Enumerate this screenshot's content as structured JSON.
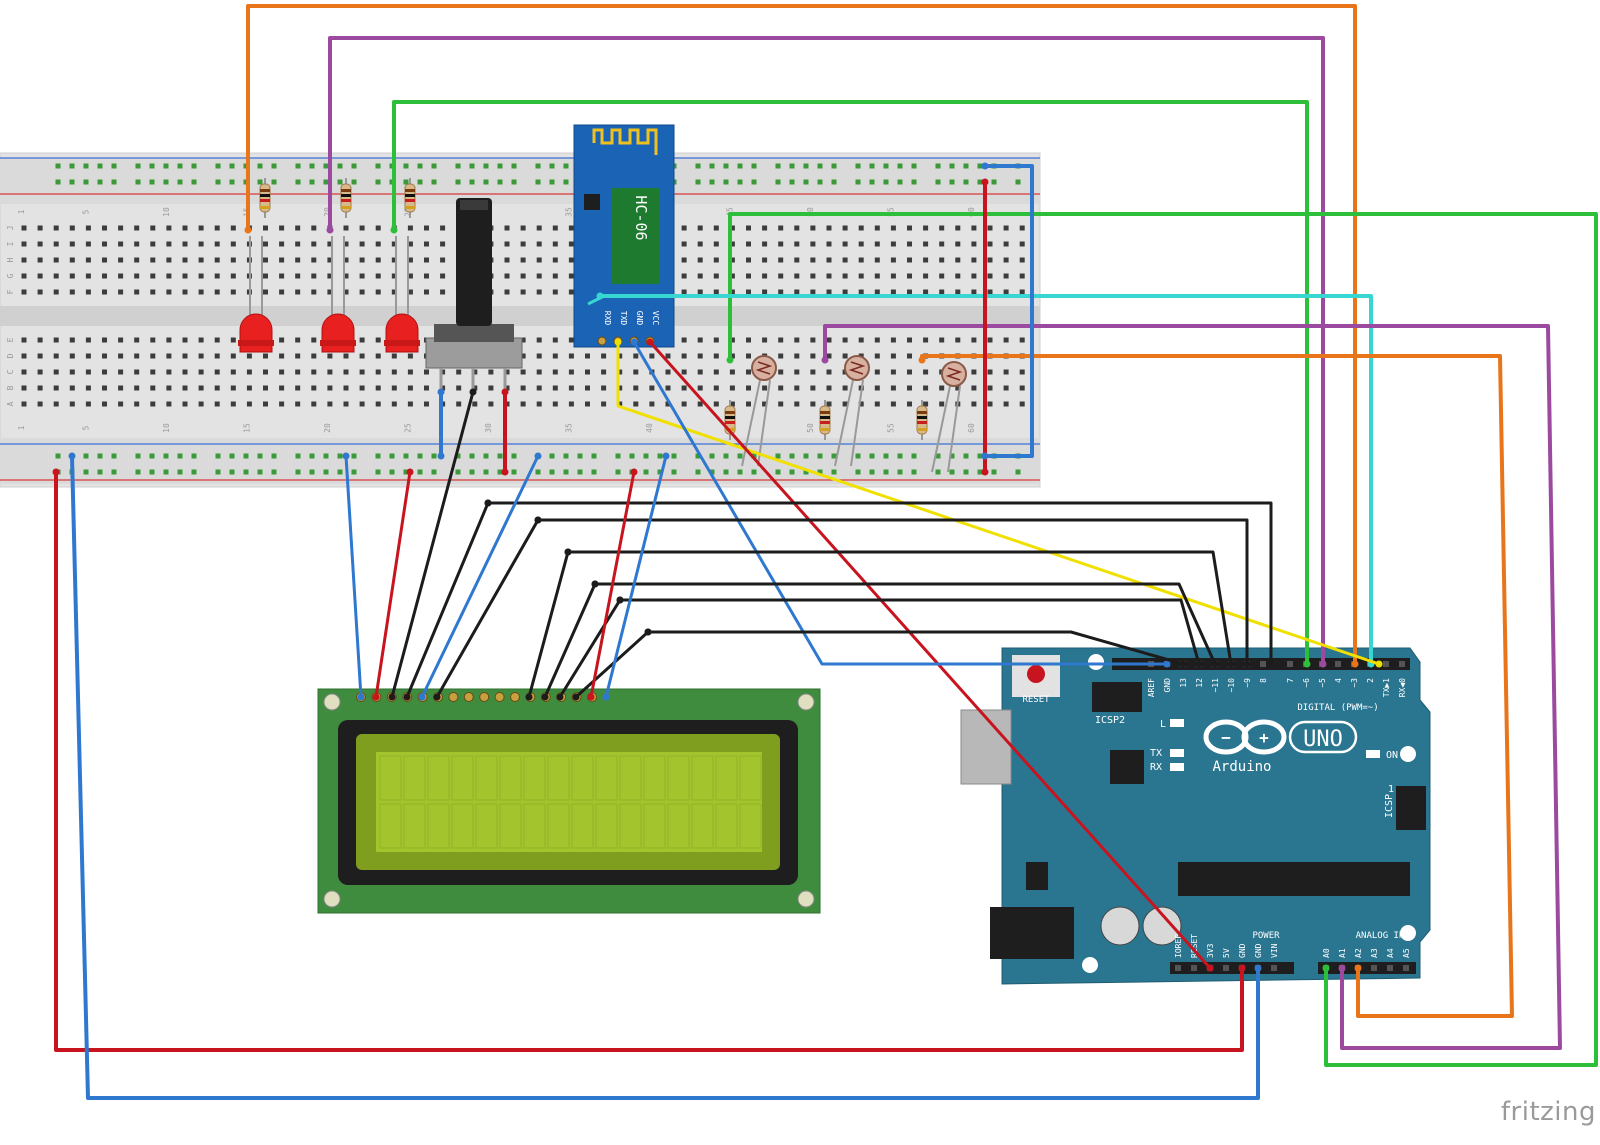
{
  "watermark": "fritzing",
  "colors": {
    "orange": "#e8751a",
    "purple": "#9b4aa0",
    "green": "#2dbf3a",
    "cyan": "#38d6d0",
    "yellow": "#f0e000",
    "red": "#c8141e",
    "blue": "#2f78d0",
    "black": "#1c1c1c",
    "arduino": "#2a7590",
    "lcd_pcb": "#3f8c3f",
    "lcd_screen": "#9cbf2a",
    "hc_board": "#1b63b5"
  },
  "breadboard": {
    "column_numbers": [
      "1",
      "5",
      "10",
      "15",
      "20",
      "25",
      "30",
      "35",
      "40",
      "45",
      "50",
      "55",
      "60"
    ],
    "row_letters_top": [
      "J",
      "I",
      "H",
      "G",
      "F"
    ],
    "row_letters_bottom": [
      "E",
      "D",
      "C",
      "B",
      "A"
    ]
  },
  "bluetooth": {
    "name": "HC-06",
    "pins": [
      "RXD",
      "TXD",
      "GND",
      "VCC"
    ]
  },
  "arduino": {
    "reset_label": "RESET",
    "aref": "AREF",
    "gnd": "GND",
    "digital_pins": [
      "13",
      "12",
      "~11",
      "~10",
      "~9",
      "8",
      "7",
      "~6",
      "~5",
      "4",
      "~3",
      "2",
      "TX▶1",
      "RX◀0"
    ],
    "digital_label": "DIGITAL (PWM=~)",
    "l_label": "L",
    "tx_label": "TX",
    "rx_label": "RX",
    "on_label": "ON",
    "icsp2": "ICSP2",
    "icsp": "ICSP",
    "icsp_pin1": "1",
    "logo_text": "Arduino",
    "uno": "UNO",
    "power_label": "POWER",
    "power_pins": [
      "IOREF",
      "RESET",
      "3V3",
      "5V",
      "GND",
      "GND",
      "VIN"
    ],
    "analog_label": "ANALOG IN",
    "analog_pins": [
      "A0",
      "A1",
      "A2",
      "A3",
      "A4",
      "A5"
    ]
  }
}
